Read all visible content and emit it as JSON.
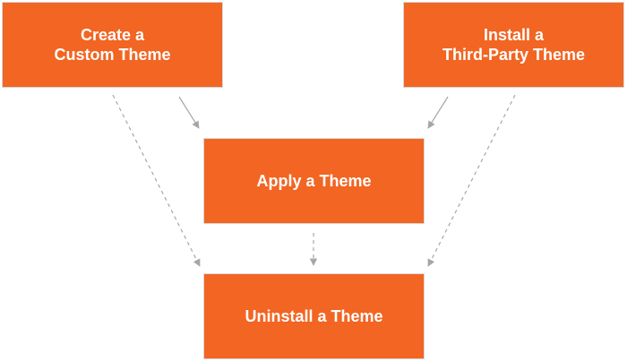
{
  "diagram": {
    "nodes": {
      "create_custom_theme": {
        "line1": "Create a",
        "line2": "Custom Theme"
      },
      "install_third_party_theme": {
        "line1": "Install a",
        "line2": "Third-Party Theme"
      },
      "apply_theme": {
        "text": "Apply a Theme"
      },
      "uninstall_theme": {
        "text": "Uninstall a Theme"
      }
    },
    "edges": [
      {
        "from": "create_custom_theme",
        "to": "apply_theme",
        "style": "solid"
      },
      {
        "from": "install_third_party_theme",
        "to": "apply_theme",
        "style": "solid"
      },
      {
        "from": "create_custom_theme",
        "to": "uninstall_theme",
        "style": "dashed"
      },
      {
        "from": "install_third_party_theme",
        "to": "uninstall_theme",
        "style": "dashed"
      },
      {
        "from": "apply_theme",
        "to": "uninstall_theme",
        "style": "dashed"
      }
    ]
  },
  "colors": {
    "node_fill": "#f26522",
    "node_text": "#ffffff",
    "connector": "#a6a6a6"
  }
}
